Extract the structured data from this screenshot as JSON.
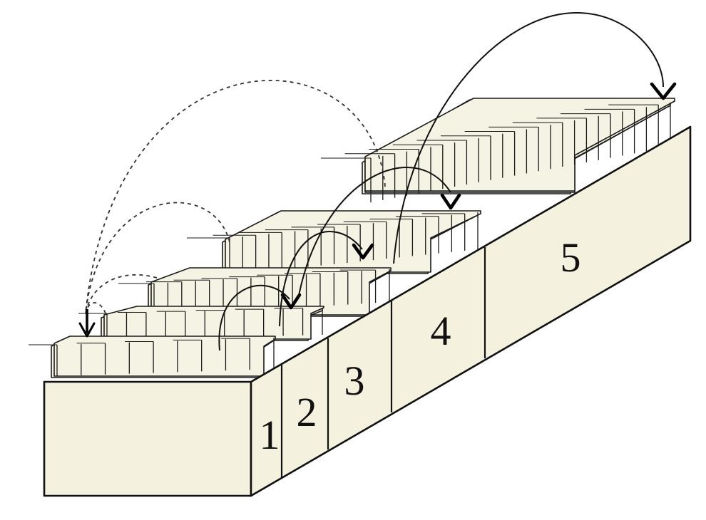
{
  "colors": {
    "box_fill": "#f4f2de",
    "card_fill": "#f5f3e3",
    "line": "#111111"
  },
  "compartments": [
    {
      "label": "1"
    },
    {
      "label": "2"
    },
    {
      "label": "3"
    },
    {
      "label": "4"
    },
    {
      "label": "5"
    }
  ]
}
